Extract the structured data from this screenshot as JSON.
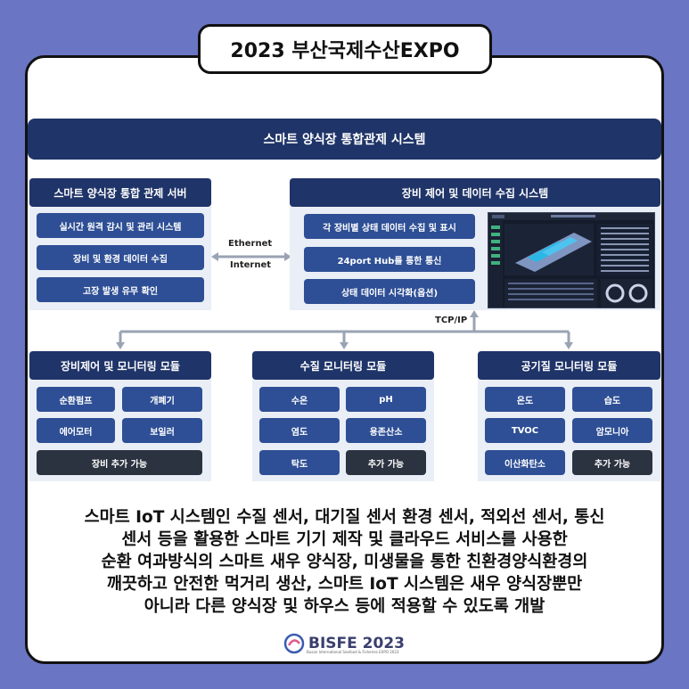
{
  "header": {
    "title": "2023 부산국제수산EXPO"
  },
  "diagram": {
    "main_title": "스마트 양식장 통합관제 시스템",
    "server": {
      "title": "스마트 양식장 통합 관제 서버",
      "items": [
        "실시간 원격 감시 및 관리 시스템",
        "장비 및 환경 데이터 수집",
        "고장 발생 유무 확인"
      ]
    },
    "connection": {
      "top": "Ethernet",
      "bottom": "Internet"
    },
    "collector": {
      "title": "장비 제어 및 데이터 수집 시스템",
      "items": [
        "각 장비별 상태 데이터 수집 및 표시",
        "24port Hub를 통한 통신",
        "상태 데이터 시각화(옵션)"
      ]
    },
    "tcp_label": "TCP/IP",
    "modules": [
      {
        "title": "장비제어 및 모니터링 모듈",
        "items": [
          "순환펌프",
          "개폐기",
          "에어모터",
          "보일러"
        ],
        "footer": "장비 추가 가능"
      },
      {
        "title": "수질 모니터링 모듈",
        "items": [
          "수온",
          "pH",
          "염도",
          "용존산소",
          "탁도"
        ],
        "footer": "추가 가능"
      },
      {
        "title": "공기질 모니터링 모듈",
        "items": [
          "온도",
          "습도",
          "TVOC",
          "암모니아",
          "이산화탄소"
        ],
        "footer": "추가 가능"
      }
    ]
  },
  "description": {
    "lines": [
      "스마트 IoT 시스템인 수질 센서, 대기질 센서 환경 센서, 적외선 센서, 통신",
      "센서 등을 활용한 스마트 기기 제작 및 클라우드 서비스를 사용한",
      "순환 여과방식의 스마트 새우 양식장, 미생물을 통한 친환경양식환경의",
      "깨끗하고 안전한 먹거리 생산, 스마트 IoT 시스템은 새우 양식장뿐만",
      "아니라 다른 양식장 및 하우스 등에 적용할 수 있도록 개발"
    ]
  },
  "footer": {
    "logo_text": "BISFE 2023",
    "logo_sub": "Busan International Seafood & Fisheries EXPO 2023"
  },
  "colors": {
    "background": "#6a75c4",
    "header_navy": "#1f3468",
    "button_blue": "#2e4f95",
    "button_dark": "#2c3340",
    "panel_bg": "#eaeef6"
  }
}
